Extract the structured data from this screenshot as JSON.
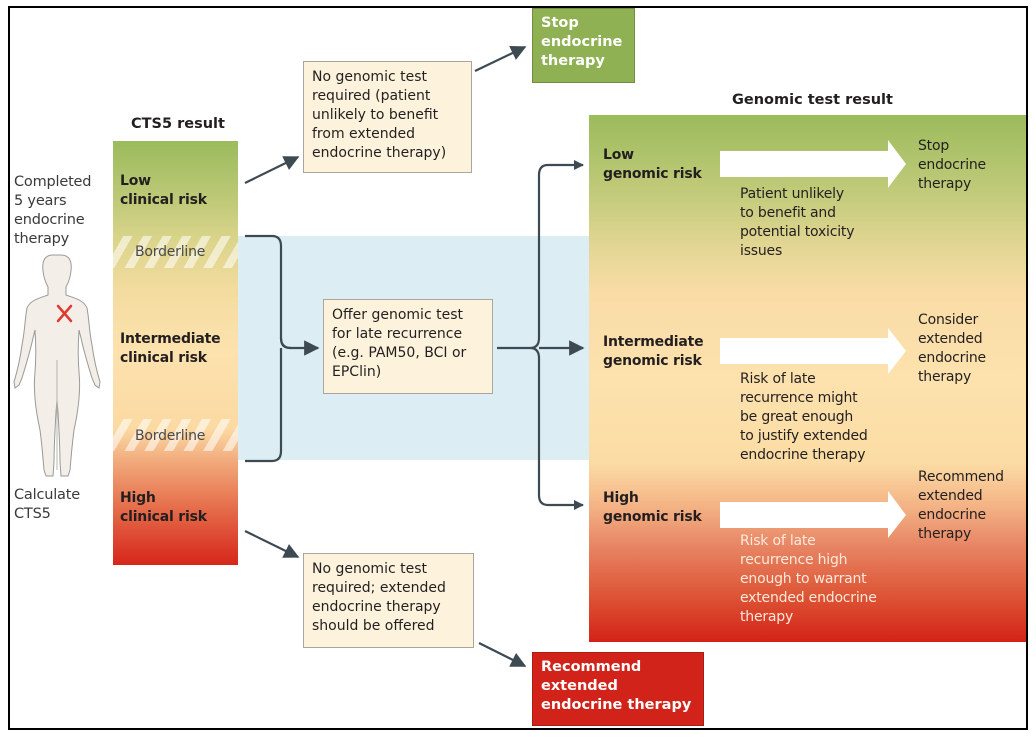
{
  "left_label": {
    "top": [
      "Completed",
      "5 years",
      "endocrine",
      "therapy"
    ],
    "bottom": [
      "Calculate",
      "CTS5"
    ]
  },
  "cts5": {
    "heading": "CTS5 result",
    "low": [
      "Low",
      "clinical risk"
    ],
    "borderline_upper": "Borderline",
    "intermediate": [
      "Intermediate",
      "clinical risk"
    ],
    "borderline_lower": "Borderline",
    "high": [
      "High",
      "clinical risk"
    ]
  },
  "boxes": {
    "no_test_low": [
      "No genomic test",
      "required (patient",
      "unlikely to benefit",
      "from extended",
      "endocrine therapy)"
    ],
    "offer_test": [
      "Offer genomic test",
      "for late recurrence",
      "(e.g. PAM50, BCI or",
      "EPClin)"
    ],
    "no_test_high": [
      "No genomic test",
      "required; extended",
      "endocrine therapy",
      "should be offered"
    ]
  },
  "outcomes": {
    "stop": [
      "Stop",
      "endocrine",
      "therapy"
    ],
    "recommend": [
      "Recommend",
      "extended",
      "endocrine therapy"
    ]
  },
  "genomic": {
    "heading": "Genomic test result",
    "rows": [
      {
        "risk": [
          "Low",
          "genomic risk"
        ],
        "rationale": [
          "Patient unlikely",
          "to benefit and",
          "potential toxicity",
          "issues"
        ],
        "action": [
          "Stop",
          "endocrine",
          "therapy"
        ]
      },
      {
        "risk": [
          "Intermediate",
          "genomic risk"
        ],
        "rationale": [
          "Risk of late",
          "recurrence might",
          "be great enough",
          "to justify extended",
          "endocrine therapy"
        ],
        "action": [
          "Consider",
          "extended",
          "endocrine",
          "therapy"
        ]
      },
      {
        "risk": [
          "High",
          "genomic risk"
        ],
        "rationale": [
          "Risk of late",
          "recurrence high",
          "enough to warrant",
          "extended endocrine",
          "therapy"
        ],
        "action": [
          "Recommend",
          "extended",
          "endocrine",
          "therapy"
        ]
      }
    ]
  },
  "colors": {
    "low_green": "#9bbb5c",
    "high_red": "#d42218",
    "stop_box": "#8fb153",
    "recommend_box": "#d2231a",
    "beige_box": "#fdf3dc",
    "blue_band": "#dcedf4",
    "arrow": "#3e4a52",
    "cross_mark": "#e03a2f"
  },
  "icons": {
    "patient": "female-body-outline-icon",
    "tumour_mark": "red-x-icon"
  }
}
